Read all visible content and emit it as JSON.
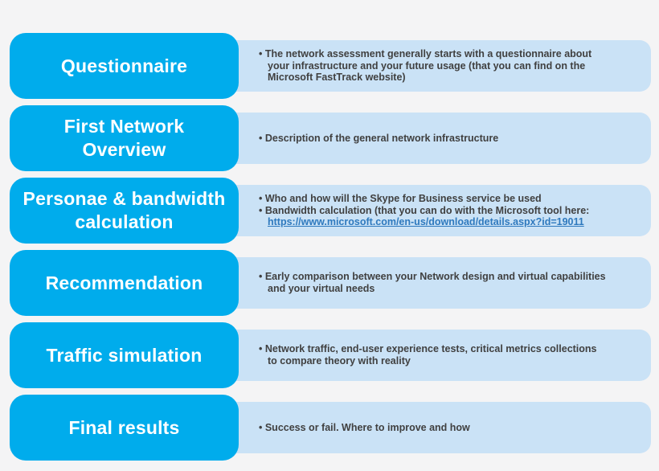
{
  "diagram": {
    "bullet_char": "•",
    "colors": {
      "page_background": "#f4f4f5",
      "stage_box": "#00acec",
      "stage_text": "#ffffff",
      "detail_box": "#cae2f6",
      "detail_text": "#404040",
      "link": "#2e79be"
    },
    "rows": [
      {
        "stage": "Questionnaire",
        "details": [
          {
            "text": "The network assessment generally starts with a questionnaire about\nyour infrastructure and your future usage (that you can find on the\nMicrosoft FastTrack website)"
          }
        ]
      },
      {
        "stage": "First Network\nOverview",
        "details": [
          {
            "text": "Description of the general network infrastructure"
          }
        ]
      },
      {
        "stage": "Personae & bandwidth\ncalculation",
        "details": [
          {
            "text": "Who and how will the Skype for Business service be used"
          },
          {
            "text": "Bandwidth calculation (that you can do with the Microsoft tool here:",
            "link": "https://www.microsoft.com/en-us/download/details.aspx?id=19011"
          }
        ]
      },
      {
        "stage": "Recommendation",
        "details": [
          {
            "text": "Early comparison between your Network design and virtual capabilities\nand your virtual needs"
          }
        ]
      },
      {
        "stage": "Traffic simulation",
        "details": [
          {
            "text": "Network traffic, end-user experience tests, critical metrics collections\nto compare theory with reality"
          }
        ]
      },
      {
        "stage": "Final results",
        "details": [
          {
            "text": "Success or fail. Where to improve and how"
          }
        ]
      }
    ]
  }
}
